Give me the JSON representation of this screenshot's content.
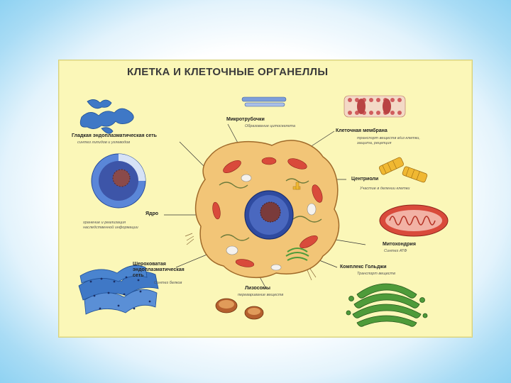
{
  "title": "КЛЕТКА И КЛЕТОЧНЫЕ ОРГАНЕЛЛЫ",
  "organelles": {
    "smooth_er": {
      "name": "Гладкая эндоплазматическая сеть",
      "function": "синтез липидов и углеводов"
    },
    "nucleus": {
      "name": "Ядро",
      "function_line1": "хранение и реализация",
      "function_line2": "наследственной информации"
    },
    "rough_er": {
      "name_line1": "Шероховатая",
      "name_line2": "эндоплазматическая",
      "name_line3": "сеть",
      "function": "Синтез белков"
    },
    "microtubules": {
      "name": "Микротрубочки",
      "function": "Образование цитоскелета"
    },
    "membrane": {
      "name": "Клеточная мембрана",
      "function_line1": "транспорт веществ в/из клетки,",
      "function_line2": "защита, рецепция"
    },
    "centrioles": {
      "name": "Центриоли",
      "function": "Участие в делении клетки"
    },
    "mitochondria": {
      "name": "Митохондрия",
      "function": "Синтез АТФ"
    },
    "golgi": {
      "name": "Комплекс Гольджи",
      "function": "Транспорт веществ"
    },
    "lysosomes": {
      "name": "Лизосомы",
      "function": "переваривание веществ"
    }
  },
  "colors": {
    "poster_bg": "#fbf7b8",
    "cell_body": "#f2c577",
    "nucleus": "#3d55a8",
    "mitochondria": "#d94a3b",
    "golgi": "#4e9b3a",
    "er_blue": "#3f78c6"
  }
}
